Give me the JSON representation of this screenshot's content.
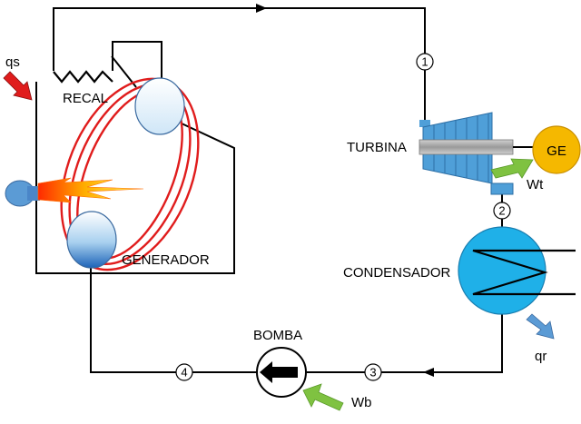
{
  "labels": {
    "heat_in": "qs",
    "reheater": "RECAL",
    "generator": "GENERADOR",
    "turbine": "TURBINA",
    "electric_generator": "GE",
    "turbine_work": "Wt",
    "condenser": "CONDENSADOR",
    "heat_out": "qr",
    "pump": "BOMBA",
    "pump_work": "Wb"
  },
  "state_points": [
    "1",
    "2",
    "3",
    "4"
  ],
  "colors": {
    "pipe": "#000000",
    "turbine": "#4f9fd8",
    "turbine_shaft": "#a8a8a8",
    "generator_ge": "#f5b800",
    "condenser": "#1fb0e8",
    "tubes": "#e01c1c",
    "arrow_green": "#7fc241",
    "arrow_blue": "#5b9bd5",
    "arrow_red": "#e01c1c"
  }
}
